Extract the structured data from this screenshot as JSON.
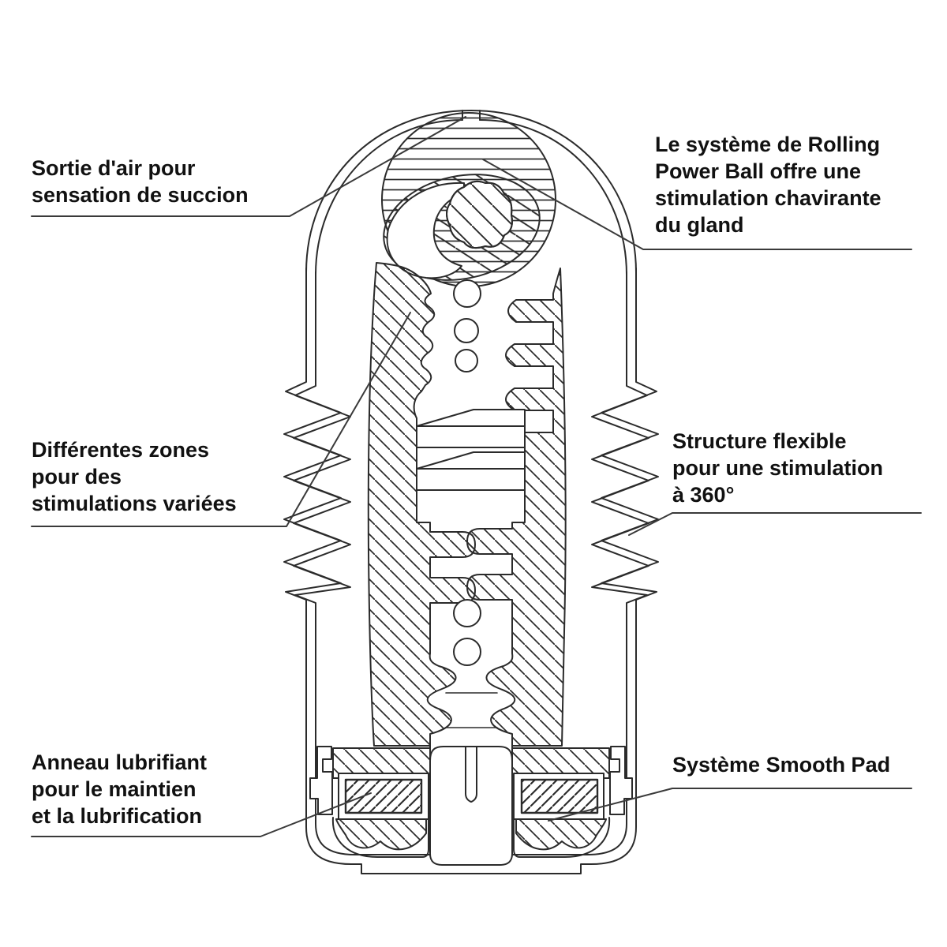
{
  "page": {
    "background": "#ffffff",
    "kind": "technical cross-section diagram with callout annotations"
  },
  "colors": {
    "line": "#2b2b2b",
    "leader": "#3a3a3a",
    "text": "#111111"
  },
  "annotations": [
    {
      "id": "air-outlet",
      "text": "Sortie d'air pour\nsensation de succion"
    },
    {
      "id": "rolling-power-ball",
      "text": "Le système de Rolling\nPower Ball offre une\nstimulation chavirante\ndu gland"
    },
    {
      "id": "varied-zones",
      "text": "Différentes zones\npour des\nstimulations variées"
    },
    {
      "id": "flexible-structure",
      "text": "Structure flexible\npour une stimulation\nà 360°"
    },
    {
      "id": "lubricant-ring",
      "text": "Anneau lubrifiant\npour le maintien\net la lubrification"
    },
    {
      "id": "smooth-pad",
      "text": "Système Smooth Pad"
    }
  ]
}
